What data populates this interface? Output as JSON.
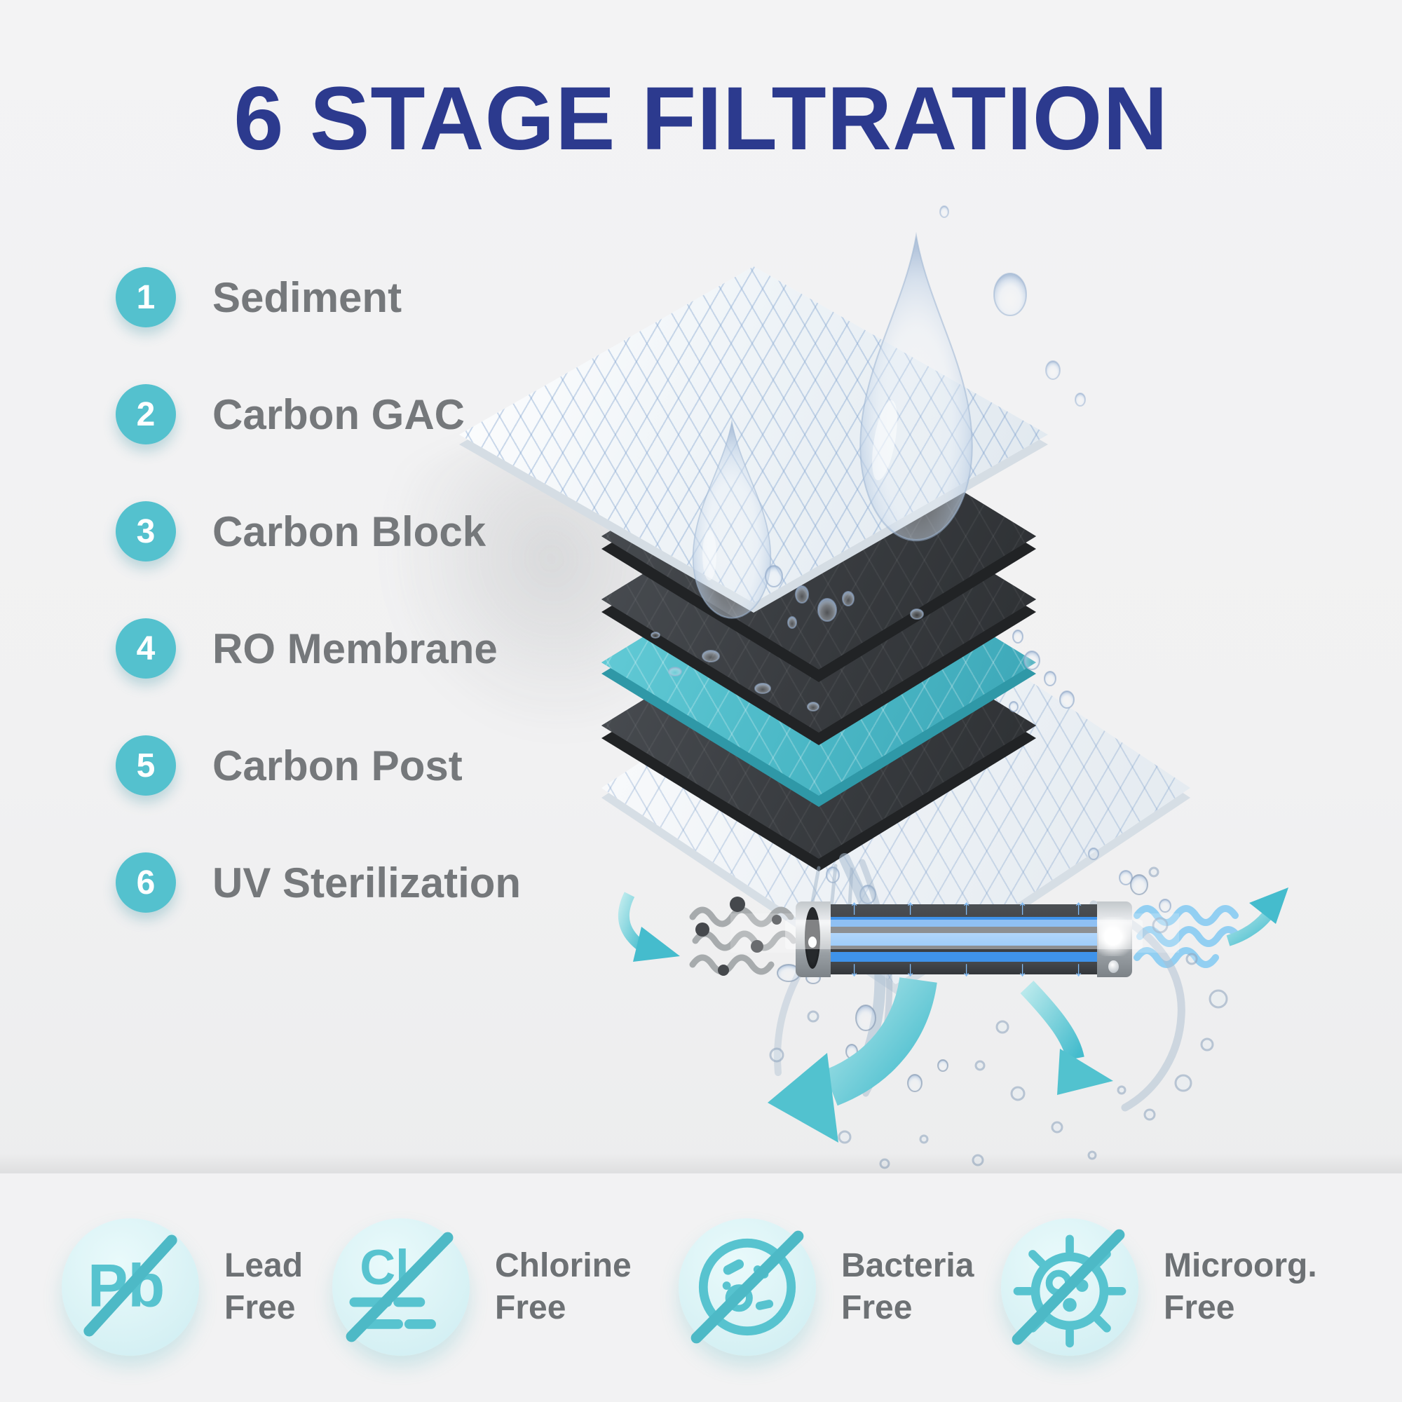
{
  "title": "6 STAGE FILTRATION",
  "stages": [
    {
      "num": "1",
      "label": "Sediment"
    },
    {
      "num": "2",
      "label": "Carbon GAC"
    },
    {
      "num": "3",
      "label": "Carbon Block"
    },
    {
      "num": "4",
      "label": "RO Membrane"
    },
    {
      "num": "5",
      "label": "Carbon Post"
    },
    {
      "num": "6",
      "label": "UV Sterilization"
    }
  ],
  "badges": [
    {
      "symbol": "Pb",
      "line1": "Lead",
      "line2": "Free"
    },
    {
      "symbol": "Cl",
      "line1": "Chlorine",
      "line2": "Free"
    },
    {
      "line1": "Bacteria",
      "line2": "Free"
    },
    {
      "line1": "Microorg.",
      "line2": "Free"
    }
  ],
  "diagram": {
    "layers": [
      "sediment mesh",
      "carbon GAC",
      "carbon block",
      "RO membrane",
      "carbon post",
      "output mesh"
    ],
    "uv_unit": "UV sterilization tube"
  },
  "colors": {
    "title_navy": "#2c3a8e",
    "stage_teal": "#54c1ce",
    "text_gray": "#75787b",
    "layer_dark": "#393c40",
    "layer_teal": "#4cb9c7",
    "badge_circle": "#d9f2f5",
    "badge_icon": "#57c3cf",
    "arrow_teal": "#4cc0ce",
    "tube_blue": "#3f93ea"
  }
}
